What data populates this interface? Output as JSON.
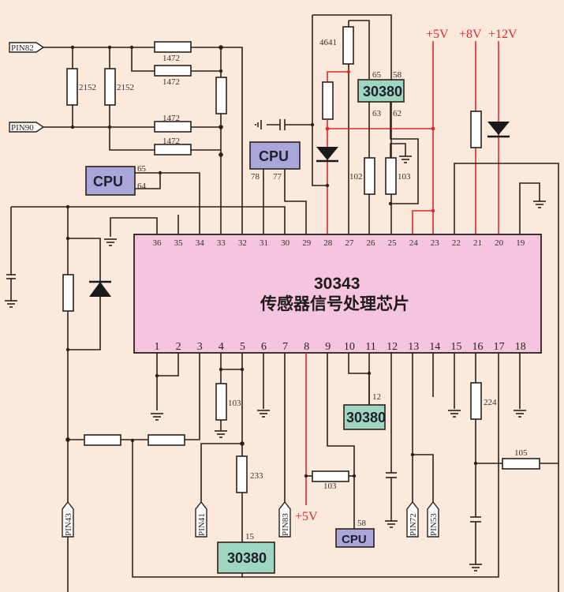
{
  "diagram": {
    "main_chip": {
      "part_number": "30343",
      "description": "传感器信号处理芯片",
      "top_pins": [
        "36",
        "35",
        "34",
        "33",
        "32",
        "31",
        "30",
        "29",
        "28",
        "27",
        "26",
        "25",
        "24",
        "23",
        "22",
        "21",
        "20",
        "19"
      ],
      "bottom_pins": [
        "1",
        "2",
        "3",
        "4",
        "5",
        "6",
        "7",
        "8",
        "9",
        "10",
        "11",
        "12",
        "13",
        "14",
        "15",
        "16",
        "17",
        "18"
      ]
    },
    "connector_tags": {
      "pin82": "PIN82",
      "pin90": "PIN90",
      "pin43": "PIN43",
      "pin41": "PIN41",
      "pin83": "PIN83",
      "pin72": "PIN72",
      "pin53": "PIN53"
    },
    "resistor_values": {
      "r2152_a": "2152",
      "r2152_b": "2152",
      "r1472_a": "1472",
      "r1472_b": "1472",
      "r1472_c": "1472",
      "r1472_d": "1472",
      "r4641": "4641",
      "r102": "102",
      "r103_top": "103",
      "r103_left": "103",
      "r233": "233",
      "r103_bottom": "103",
      "r224": "224",
      "r105": "105"
    },
    "blocks": {
      "cpu_left": {
        "label": "CPU",
        "pin_a": "65",
        "pin_b": "64"
      },
      "cpu_top": {
        "label": "CPU",
        "pin_a": "78",
        "pin_b": "77"
      },
      "ic30380_top": {
        "label": "30380",
        "pin_a": "65",
        "pin_b": "58",
        "pin_c": "63",
        "pin_d": "62"
      },
      "ic30380_mid": {
        "label": "30380",
        "pin_a": "12"
      },
      "ic30380_bottom": {
        "label": "30380",
        "pin_a": "15"
      },
      "cpu_bottom": {
        "label": "CPU",
        "pin_a": "58"
      }
    },
    "supplies": {
      "v5_top": "+5V",
      "v8": "+8V",
      "v12": "+12V",
      "v5_bottom": "+5V"
    },
    "colors": {
      "background": "#fbe9dc",
      "chip_fill": "#f5c4de",
      "cpu_fill": "#a9a6da",
      "ic_fill": "#9fd6c2",
      "supply_wire": "#e02b2b",
      "wire": "#2b211c"
    }
  }
}
